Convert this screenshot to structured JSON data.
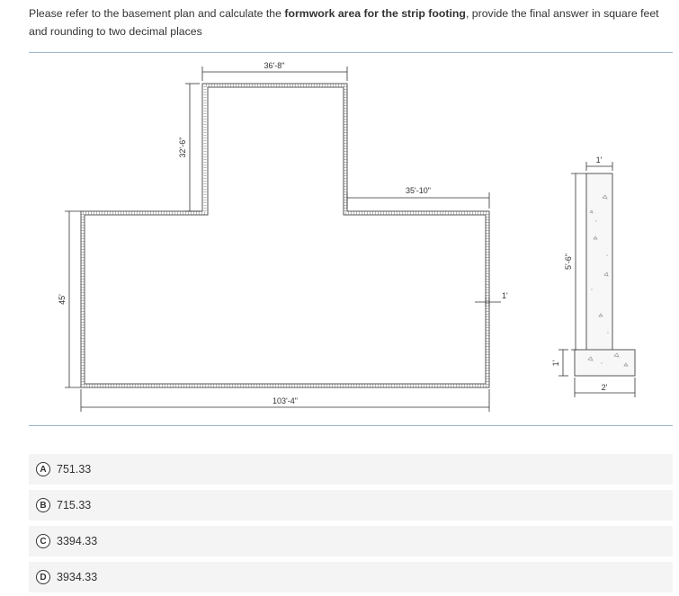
{
  "question": {
    "text_before": "Please refer to the basement plan and calculate the ",
    "text_bold": "formwork area for the strip footing",
    "text_after": ", provide the final answer in square feet and rounding to two decimal places"
  },
  "plan": {
    "dim_top": "36'-8\"",
    "dim_right_top": "35'-10\"",
    "dim_left_upper": "32'-6\"",
    "dim_left": "45'",
    "dim_bottom": "103'-4\"",
    "dim_wall": "1'"
  },
  "section": {
    "dim_top": "1'",
    "dim_height": "5'-6\"",
    "dim_footing_height": "1'",
    "dim_bottom": "2'"
  },
  "options": [
    {
      "letter": "A",
      "value": "751.33"
    },
    {
      "letter": "B",
      "value": "715.33"
    },
    {
      "letter": "C",
      "value": "3394.33"
    },
    {
      "letter": "D",
      "value": "3934.33"
    }
  ]
}
